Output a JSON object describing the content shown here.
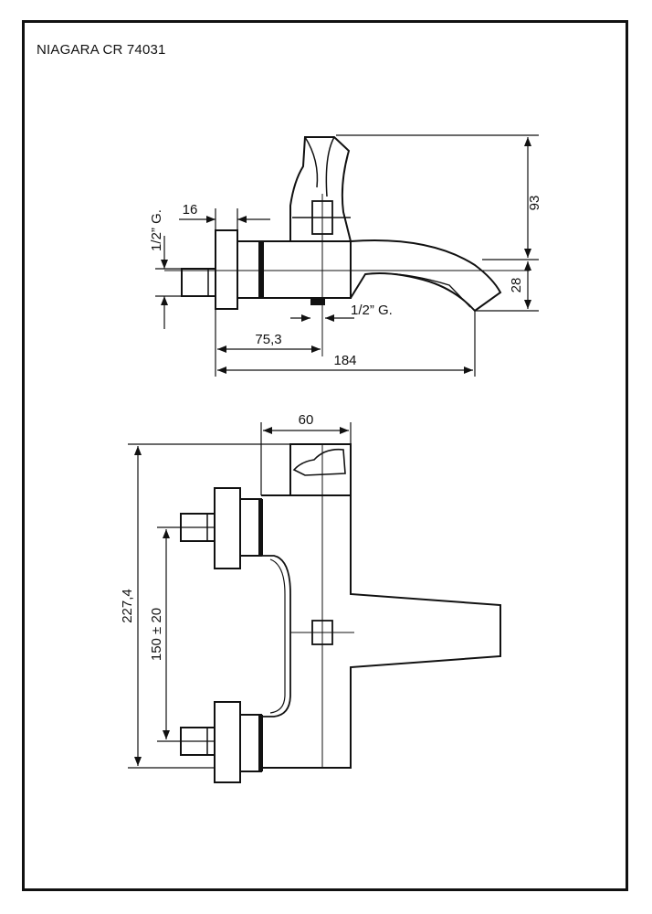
{
  "title": "NIAGARA CR 74031",
  "side_view": {
    "dimensions": {
      "handle_height": "93",
      "spout_drop": "28",
      "inlet_flange": "16",
      "inlet_thread": "1/2” G.",
      "outlet_thread": "1/2” G.",
      "axis_offset": "75,3",
      "total_length": "184"
    }
  },
  "top_view": {
    "dimensions": {
      "body_width": "60",
      "overall_depth": "227,4",
      "inlet_spacing": "150 ± 20"
    }
  }
}
